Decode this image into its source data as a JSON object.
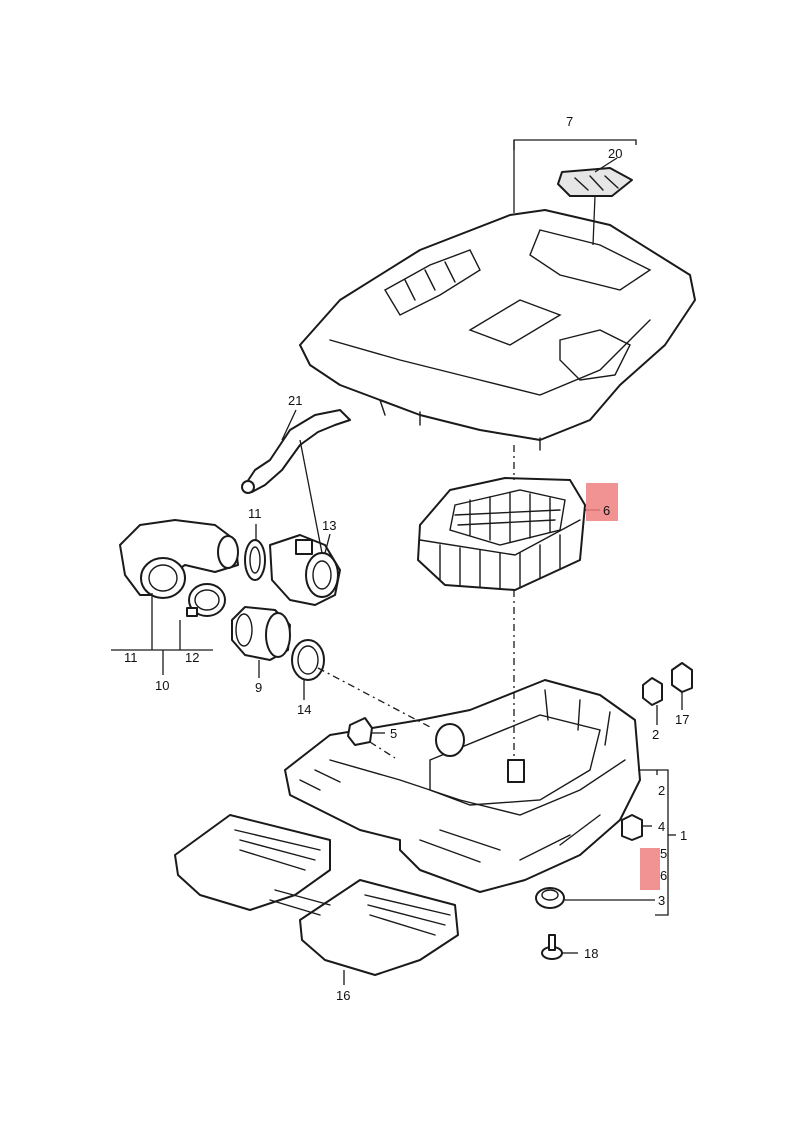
{
  "callouts": {
    "c7": "7",
    "c20": "20",
    "c6_top": "6",
    "c21": "21",
    "c11_a": "11",
    "c13": "13",
    "c11_b": "11",
    "c12": "12",
    "c10": "10",
    "c9": "9",
    "c14": "14",
    "c5_a": "5",
    "c2_a": "2",
    "c17": "17",
    "c2_b": "2",
    "c4": "4",
    "c1": "1",
    "c5_b": "5",
    "c6_b": "6",
    "c3": "3",
    "c18": "18",
    "c16": "16"
  },
  "colors": {
    "highlight": "#f08080",
    "line": "#1a1a1a",
    "background": "#ffffff"
  },
  "highlighted_callouts": [
    "6"
  ]
}
